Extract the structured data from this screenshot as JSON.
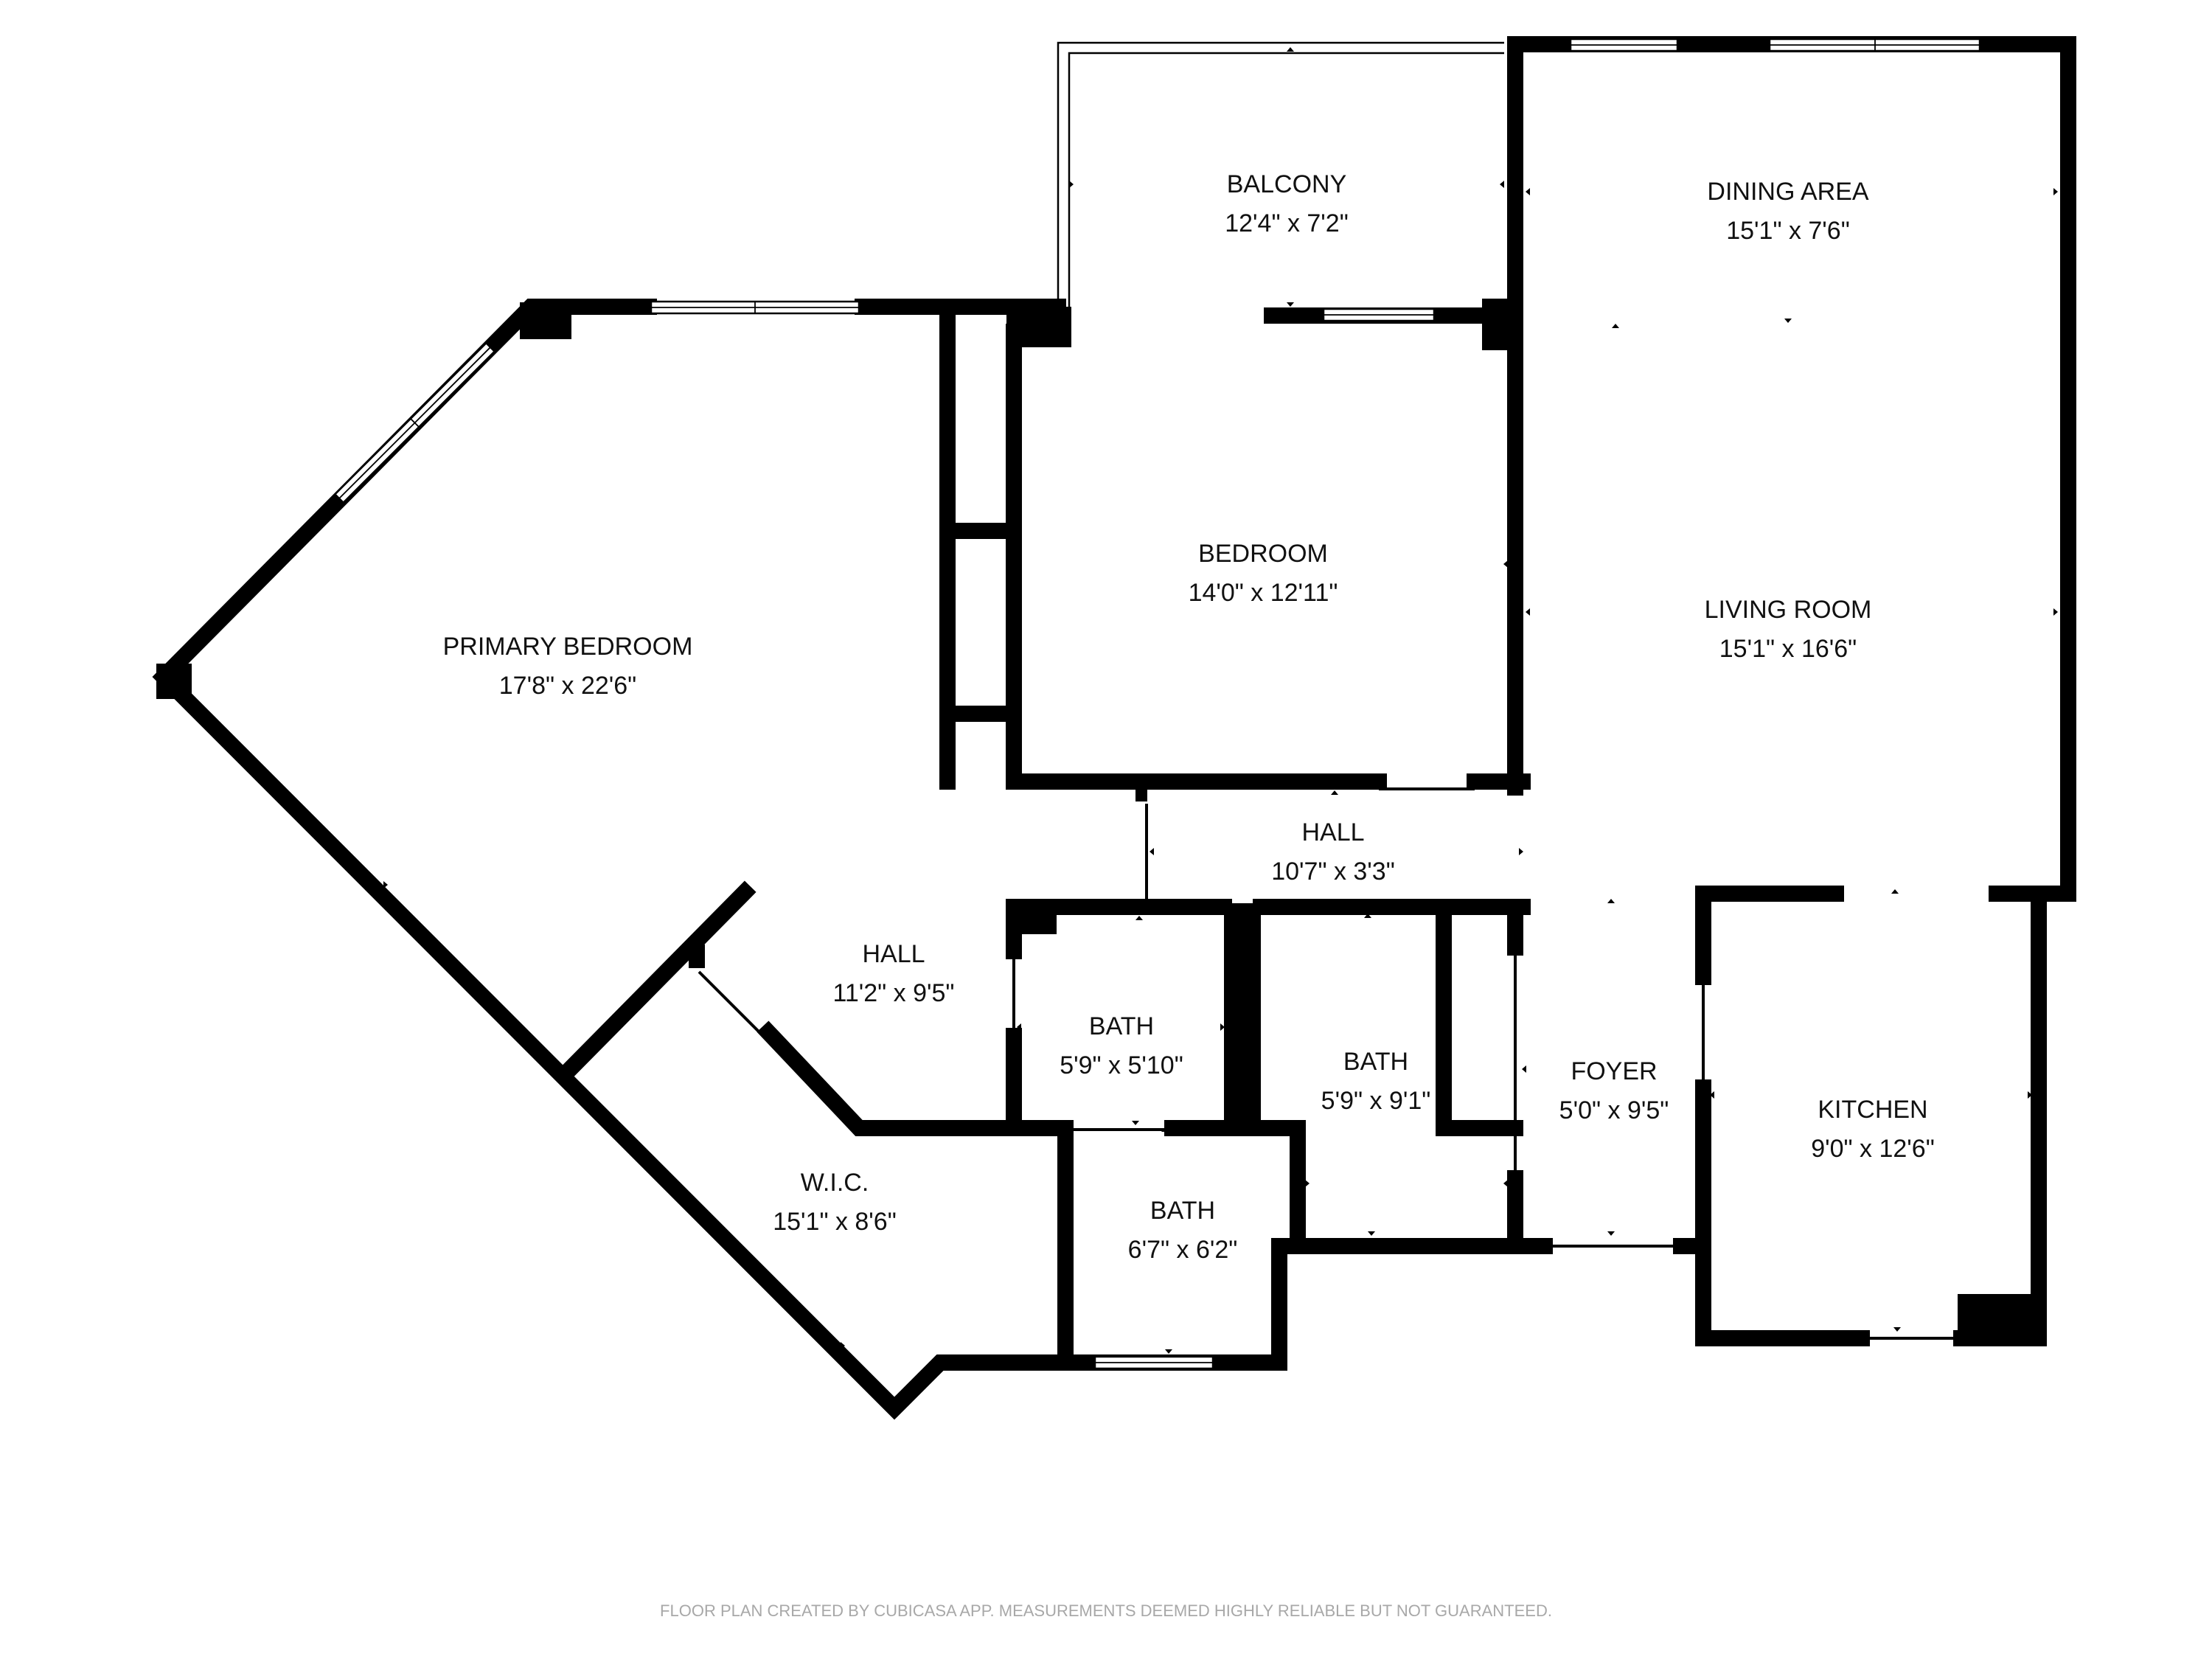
{
  "rooms": {
    "balcony": {
      "name": "BALCONY",
      "dims": "12'4\" x 7'2\""
    },
    "dining_area": {
      "name": "DINING AREA",
      "dims": "15'1\" x 7'6\""
    },
    "bedroom": {
      "name": "BEDROOM",
      "dims": "14'0\" x 12'11\""
    },
    "living_room": {
      "name": "LIVING ROOM",
      "dims": "15'1\" x 16'6\""
    },
    "primary_bedroom": {
      "name": "PRIMARY BEDROOM",
      "dims": "17'8\" x 22'6\""
    },
    "hall_upper": {
      "name": "HALL",
      "dims": "10'7\" x 3'3\""
    },
    "hall_lower": {
      "name": "HALL",
      "dims": "11'2\" x 9'5\""
    },
    "bath_1": {
      "name": "BATH",
      "dims": "5'9\" x 5'10\""
    },
    "bath_2": {
      "name": "BATH",
      "dims": "5'9\" x 9'1\""
    },
    "bath_3": {
      "name": "BATH",
      "dims": "6'7\" x 6'2\""
    },
    "foyer": {
      "name": "FOYER",
      "dims": "5'0\" x 9'5\""
    },
    "kitchen": {
      "name": "KITCHEN",
      "dims": "9'0\" x 12'6\""
    },
    "wic": {
      "name": "W.I.C.",
      "dims": "15'1\" x 8'6\""
    }
  },
  "footer": {
    "text": "FLOOR PLAN CREATED BY CUBICASA APP. MEASUREMENTS DEEMED HIGHLY RELIABLE BUT NOT GUARANTEED."
  },
  "colors": {
    "wall": "#000000",
    "background": "#ffffff",
    "text": "#111111",
    "footer_text": "#a8a8a8"
  }
}
